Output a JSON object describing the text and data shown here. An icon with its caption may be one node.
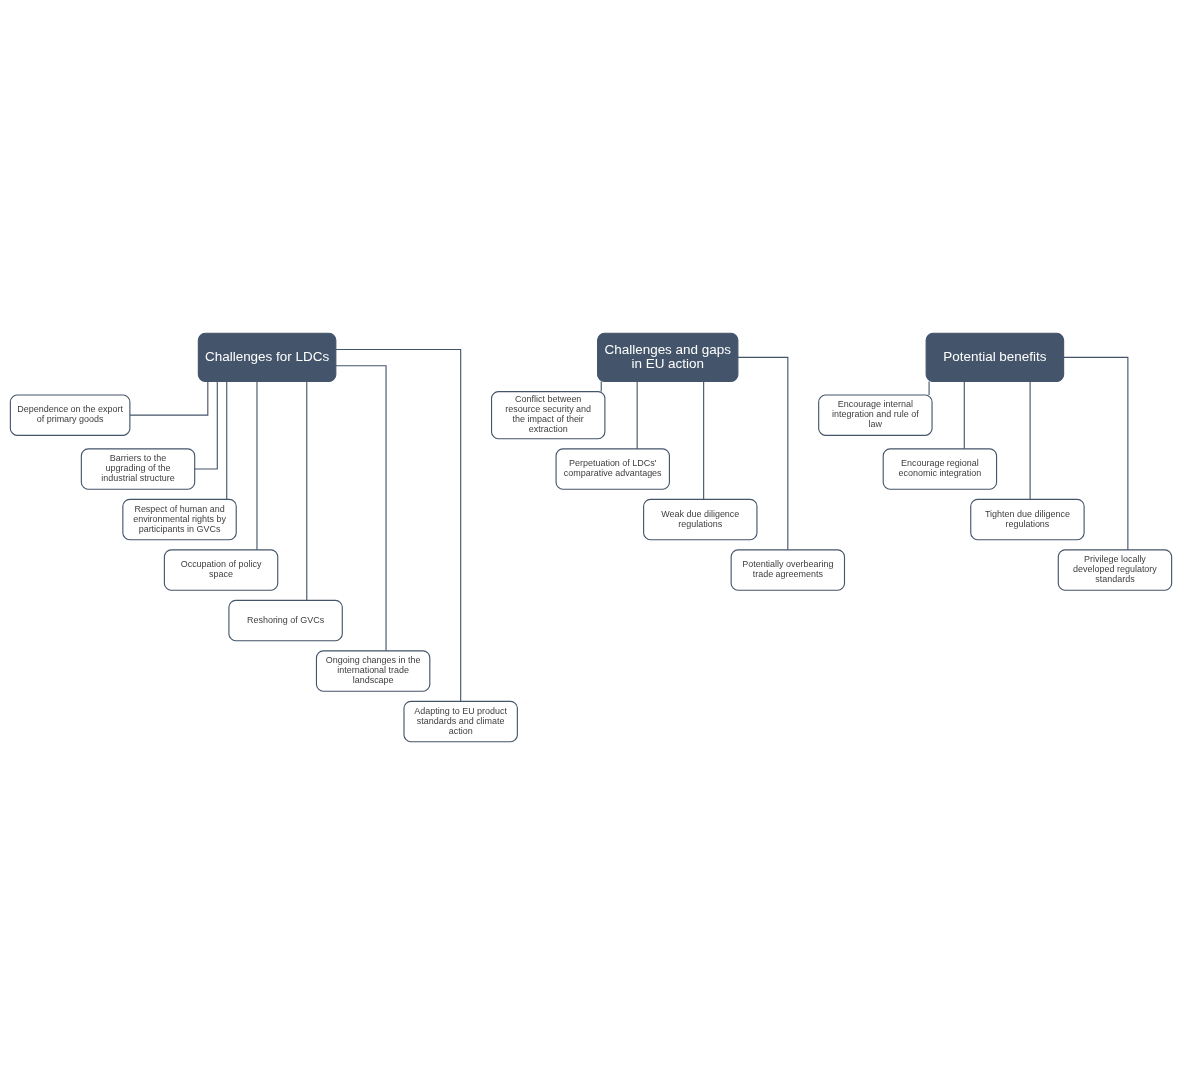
{
  "diagram": {
    "nodes": [
      {
        "text": [
          "Challenges for LDCs"
        ]
      },
      {
        "text": [
          "Dependence on the export of primary goods"
        ]
      },
      {
        "text": [
          "Barriers to the upgrading of the industrial structure"
        ]
      },
      {
        "text": [
          "Respect of human and environmental rights by participants in GVCs"
        ]
      },
      {
        "text": [
          "Occupation of policy space"
        ]
      },
      {
        "text": [
          "Reshoring of GVCs"
        ]
      },
      {
        "text": [
          "Ongoing changes in the international trade landscape"
        ]
      },
      {
        "text": [
          "Adapting to EU product standards and climate action"
        ]
      },
      {
        "text": [
          "Challenges and gaps in EU action"
        ]
      },
      {
        "text": [
          "Conflict between resource security and the impact of their extraction"
        ]
      },
      {
        "text": [
          "Perpetuation of LDCs' comparative advantages"
        ]
      },
      {
        "text": [
          "Weak due diligence regulations"
        ]
      },
      {
        "text": [
          "Potentially overbearing trade agreements"
        ]
      },
      {
        "text": [
          "Potential benefits"
        ]
      },
      {
        "text": [
          "Encourage internal integration and rule of law"
        ]
      },
      {
        "text": [
          "Encourage regional economic integration"
        ]
      },
      {
        "text": [
          "Tighten due diligence regulations"
        ]
      },
      {
        "text": [
          "Privilege locally developed regulatory standards"
        ]
      }
    ],
    "edges": [
      {
        "from": 0,
        "to": 1,
        "arrow": "none"
      },
      {
        "from": 0,
        "to": 2,
        "arrow": "none"
      },
      {
        "from": 0,
        "to": 3,
        "arrow": "none"
      },
      {
        "from": 0,
        "to": 4,
        "arrow": "none"
      },
      {
        "from": 0,
        "to": 5,
        "arrow": "none"
      },
      {
        "from": 0,
        "to": 6,
        "arrow": "none"
      },
      {
        "from": 0,
        "to": 7,
        "arrow": "none"
      },
      {
        "from": 8,
        "to": 9,
        "arrow": "none"
      },
      {
        "from": 8,
        "to": 10,
        "arrow": "none"
      },
      {
        "from": 8,
        "to": 11,
        "arrow": "none"
      },
      {
        "from": 8,
        "to": 12,
        "arrow": "none"
      },
      {
        "from": 13,
        "to": 14,
        "arrow": "none"
      },
      {
        "from": 13,
        "to": 15,
        "arrow": "none"
      },
      {
        "from": 13,
        "to": 16,
        "arrow": "none"
      },
      {
        "from": 13,
        "to": 17,
        "arrow": "none"
      }
    ]
  }
}
